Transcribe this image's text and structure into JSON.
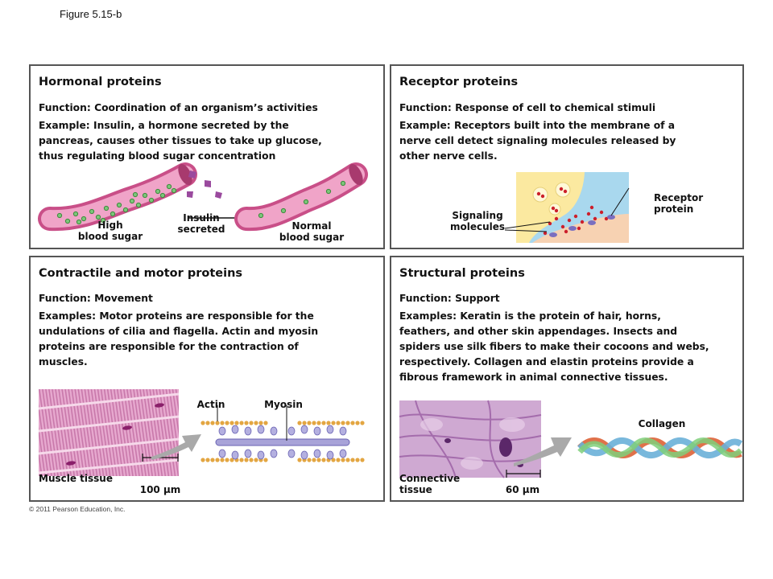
{
  "figure_label": "Figure 5.15-b",
  "copyright": "© 2011 Pearson Education, Inc.",
  "panels": {
    "hormonal": {
      "title": "Hormonal proteins",
      "function": "Function: Coordination of an organism’s activities",
      "example_lines": [
        "Example: Insulin, a hormone secreted by the",
        "pancreas, causes other tissues to take up glucose,",
        "thus regulating blood sugar concentration"
      ],
      "labels": {
        "high_1": "High",
        "high_2": "blood sugar",
        "insulin_1": "Insulin",
        "insulin_2": "secreted",
        "normal_1": "Normal",
        "normal_2": "blood sugar"
      }
    },
    "receptor": {
      "title": "Receptor proteins",
      "function": "Function: Response of cell to chemical stimuli",
      "example_lines": [
        "Example: Receptors built into the membrane of a",
        "nerve cell detect signaling molecules released by",
        "other nerve cells."
      ],
      "labels": {
        "signaling_1": "Signaling",
        "signaling_2": "molecules",
        "receptor_1": "Receptor",
        "receptor_2": "protein"
      }
    },
    "contractile": {
      "title": "Contractile and motor proteins",
      "function": "Function: Movement",
      "example_lines": [
        "Examples: Motor proteins are responsible for the",
        "undulations of cilia and flagella. Actin and myosin",
        "proteins are responsible for the contraction of",
        "muscles."
      ],
      "labels": {
        "actin": "Actin",
        "myosin": "Myosin",
        "muscle_tissue": "Muscle tissue",
        "scale": "100 µm"
      }
    },
    "structural": {
      "title": "Structural proteins",
      "function": "Function: Support",
      "example_lines": [
        "Examples: Keratin is the protein of hair, horns,",
        "feathers, and other skin appendages. Insects and",
        "spiders use silk fibers to make their cocoons and webs,",
        "respectively. Collagen and elastin proteins provide a",
        "fibrous framework in animal connective tissues."
      ],
      "labels": {
        "collagen": "Collagen",
        "connective_1": "Connective",
        "connective_2": "tissue",
        "scale": "60 µm"
      }
    }
  }
}
